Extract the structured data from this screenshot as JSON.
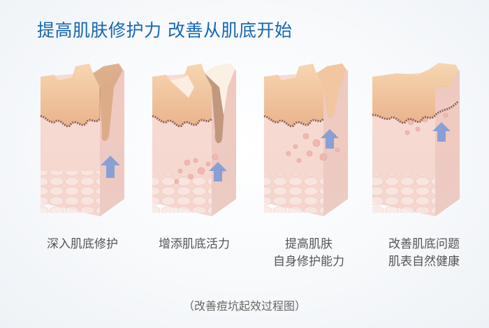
{
  "header": {
    "title": "提高肌肤修护力 改善从肌底开始",
    "title_color": "#1566b4"
  },
  "stages": [
    {
      "id": "stage-1",
      "caption_lines": [
        "深入肌底修护"
      ],
      "arrow_icon": "up-arrow-icon"
    },
    {
      "id": "stage-2",
      "caption_lines": [
        "增添肌底活力"
      ],
      "arrow_icon": "up-arrow-icon"
    },
    {
      "id": "stage-3",
      "caption_lines": [
        "提高肌肤",
        "自身修护能力"
      ],
      "arrow_icon": "up-arrow-icon"
    },
    {
      "id": "stage-4",
      "caption_lines": [
        "改善肌底问题",
        "肌表自然健康"
      ],
      "arrow_icon": "up-arrow-icon"
    }
  ],
  "footnote": "（改善痘坑起效过程图）",
  "colors": {
    "skin_top": "#f3cfa8",
    "epidermis": "#e9b48f",
    "melanin_line": "#9a6a62",
    "dermis": "#f6dcd6",
    "fat_cells": "#f8e6e1",
    "arrow": "#7d9bd6"
  }
}
